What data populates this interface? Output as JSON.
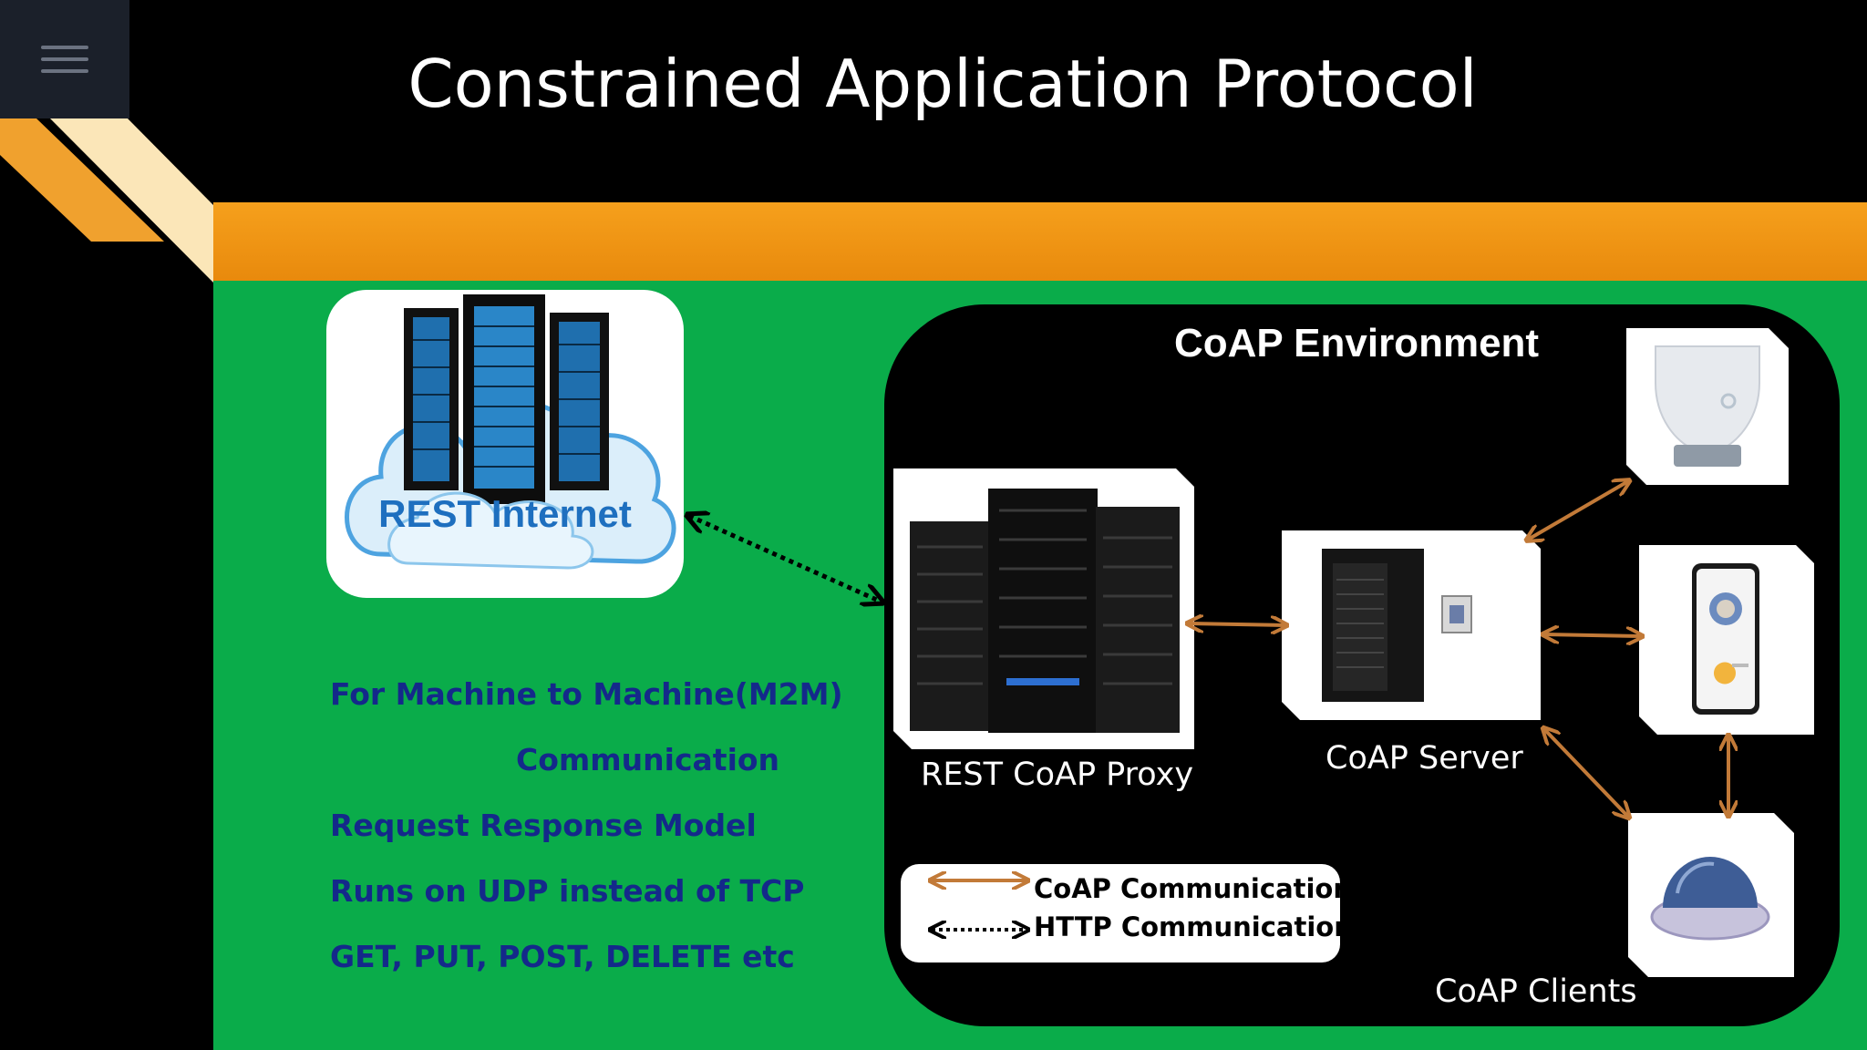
{
  "title": "Constrained Application Protocol",
  "menu": {
    "icon": "hamburger-menu-icon"
  },
  "rest_cloud": {
    "label": "REST Internet",
    "icon": "cloud-server-icon"
  },
  "bullets": [
    "For Machine to Machine(M2M)",
    "Communication",
    "Request Response Model",
    "Runs on UDP instead of TCP",
    "GET, PUT, POST, DELETE etc"
  ],
  "coap_environment": {
    "title": "CoAP Environment",
    "proxy": {
      "label": "REST CoAP  Proxy",
      "icon": "server-rack-icon"
    },
    "server": {
      "label": "CoAP  Server",
      "icon": "tower-server-icon"
    },
    "clients": {
      "label": "CoAP  Clients",
      "devices": [
        "smart-bulb-icon",
        "smartphone-icon",
        "dome-sensor-icon"
      ]
    }
  },
  "legend": {
    "coap": "CoAP Communication",
    "http": "HTTP Communication"
  },
  "colors": {
    "background": "#000000",
    "green": "#0aac4a",
    "orange": "#f6a01c",
    "bullet_text": "#14298a",
    "rest_label": "#1e6fbf",
    "coap_arrow": "#c27a38"
  }
}
